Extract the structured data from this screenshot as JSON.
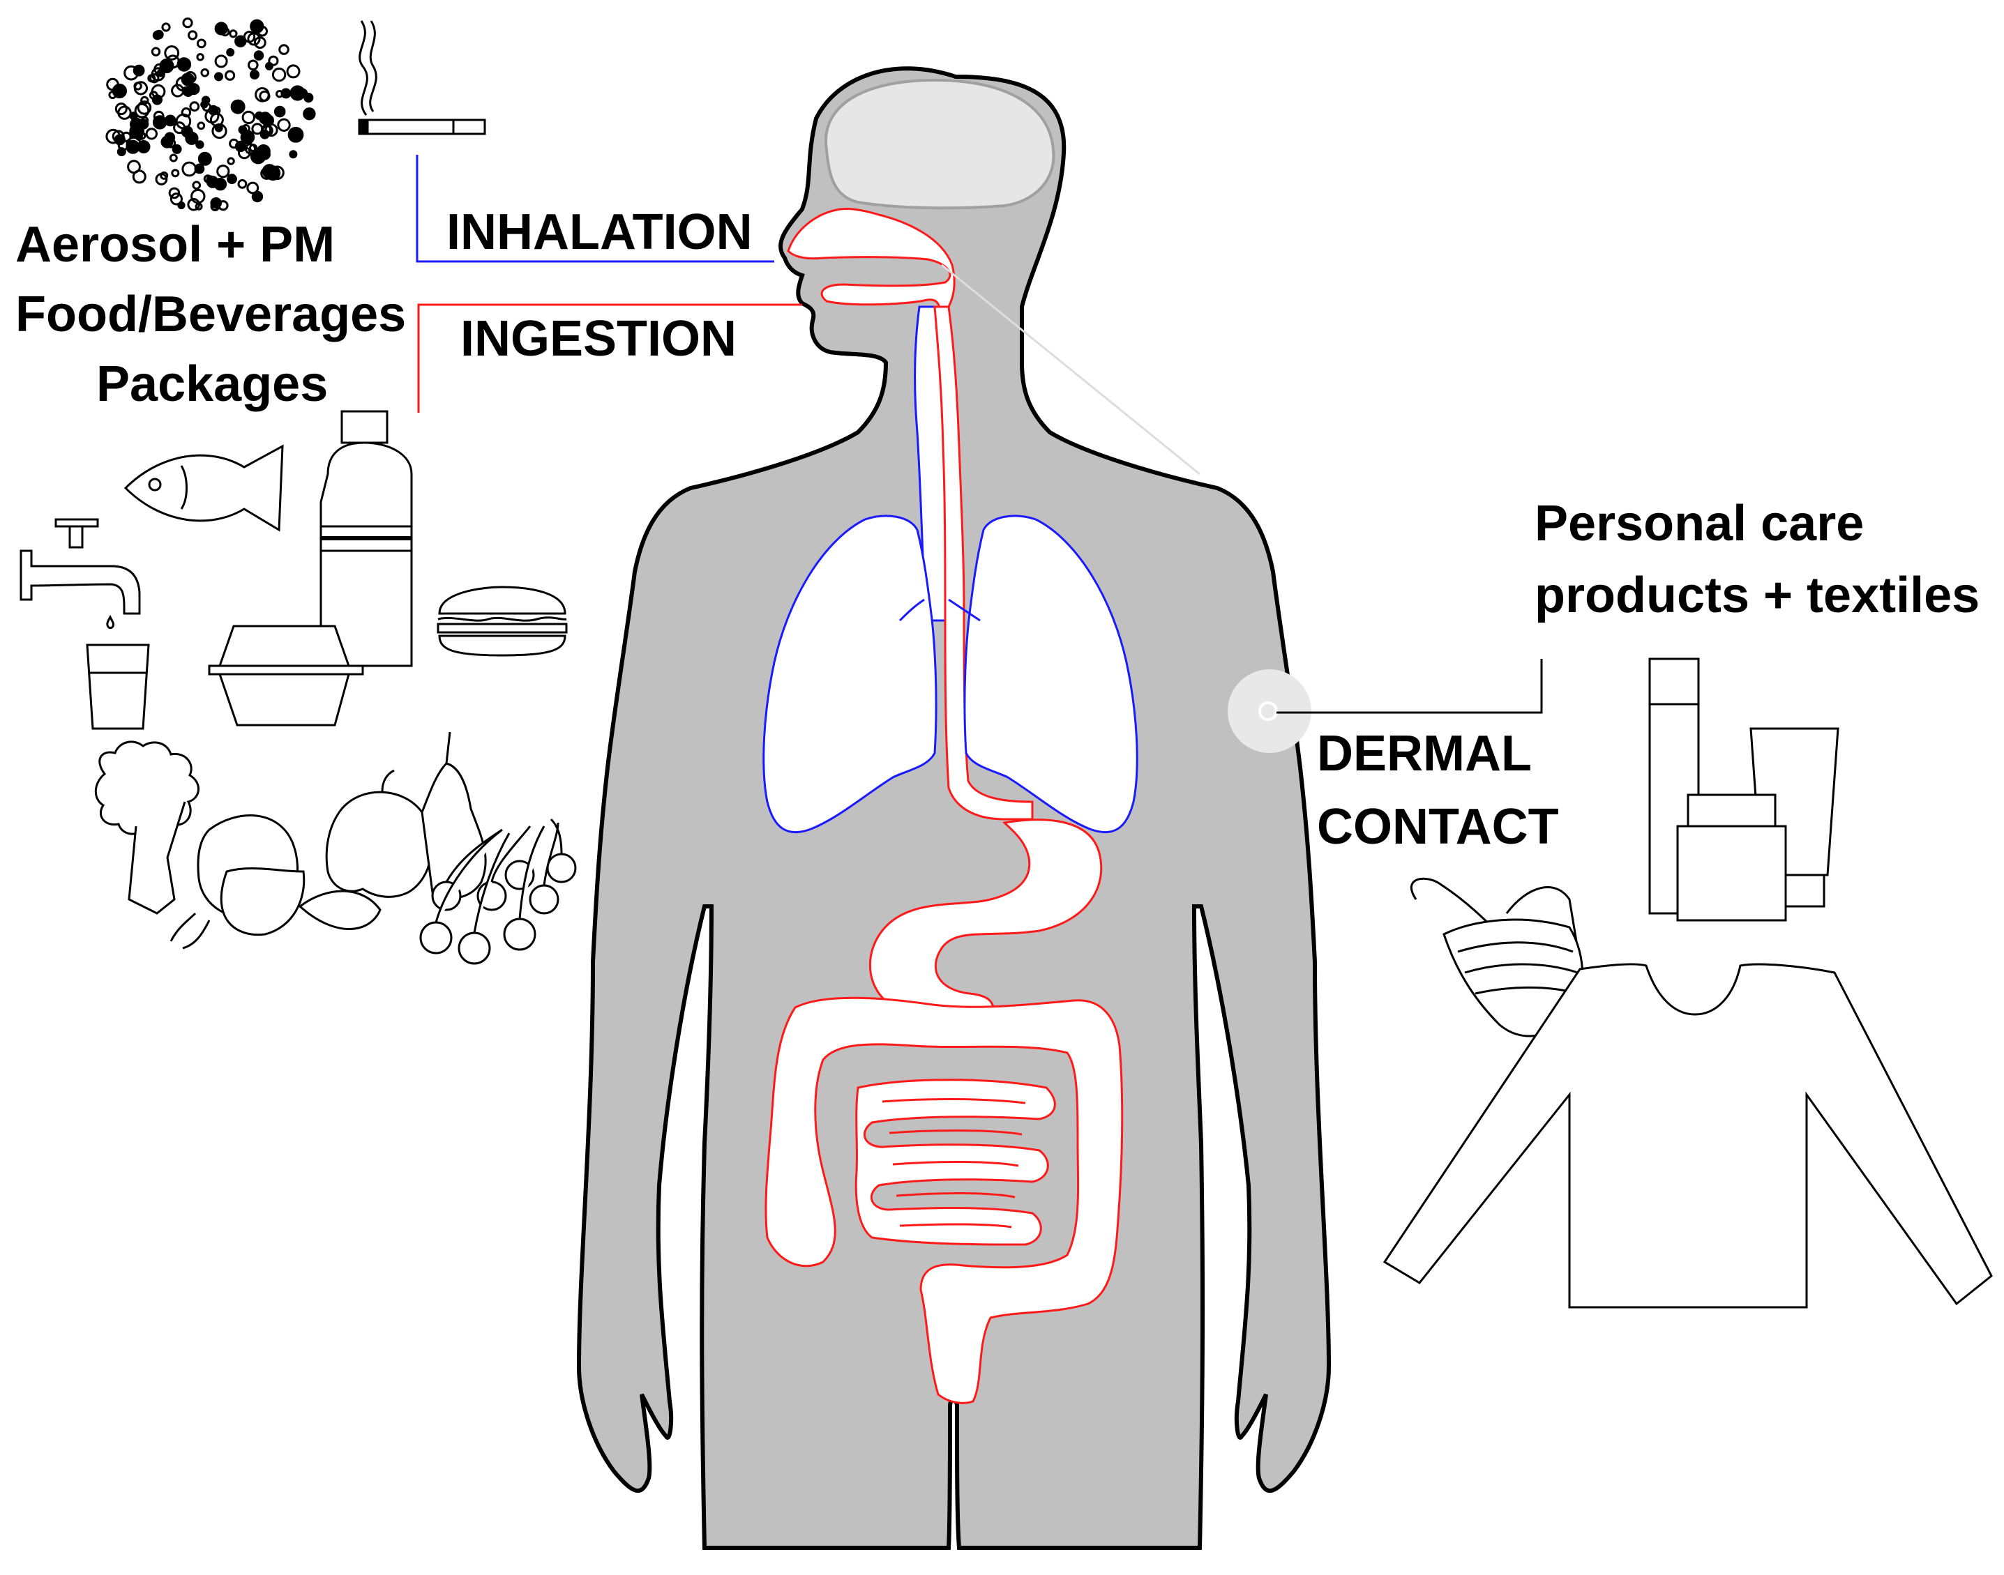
{
  "sources": {
    "inhalation_ingestion_lines": [
      "Aerosol + PM",
      "Food/Beverages",
      "Packages"
    ],
    "dermal_lines": [
      "Personal care",
      "products + textiles"
    ]
  },
  "routes": {
    "inhalation": "INHALATION",
    "ingestion": "INGESTION",
    "dermal_lines": [
      "DERMAL",
      "CONTACT"
    ]
  },
  "colors": {
    "body": "#c0c0c0",
    "airway": "#1a1aff",
    "digestive": "#ff1a1a",
    "outline": "#000000"
  },
  "icons": [
    "aerosol-particles-icon",
    "cigarette-icon",
    "water-tap-icon",
    "glass-icon",
    "fish-icon",
    "bottle-icon",
    "food-container-icon",
    "burger-icon",
    "vegetables-icon",
    "fruits-icon",
    "cherries-icon",
    "face-mask-icon",
    "cosmetics-icon",
    "shirt-icon"
  ]
}
